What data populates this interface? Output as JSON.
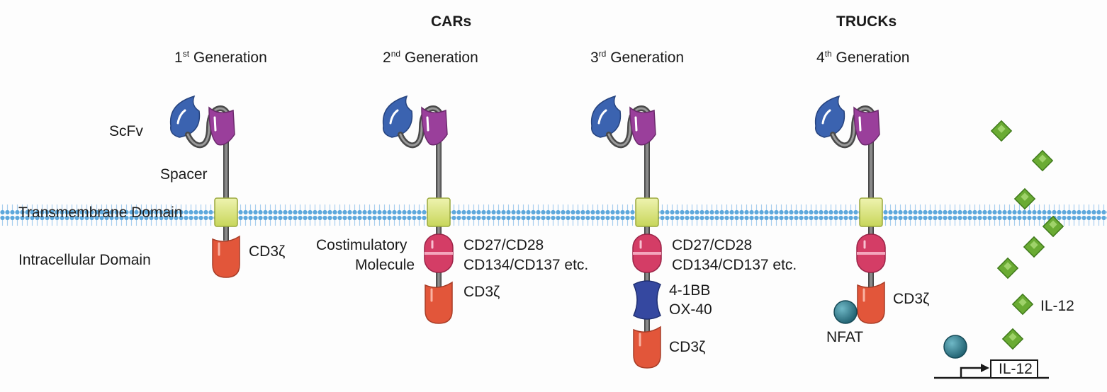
{
  "groups": {
    "cars": "CARs",
    "trucks": "TRUCKs"
  },
  "generations": [
    {
      "num": "1",
      "sup": "st",
      "label": "Generation"
    },
    {
      "num": "2",
      "sup": "nd",
      "label": "Generation"
    },
    {
      "num": "3",
      "sup": "rd",
      "label": "Generation"
    },
    {
      "num": "4",
      "sup": "th",
      "label": "Generation"
    }
  ],
  "domains": {
    "scfv": "ScFv",
    "spacer": "Spacer",
    "transmembrane": "Transmembrane Domain",
    "intracellular": "Intracellular Domain"
  },
  "gen1": {
    "cd3z": "CD3ζ"
  },
  "gen2": {
    "costim_line1": "Costimulatory",
    "costim_line2": "Molecule",
    "cd_line1": "CD27/CD28",
    "cd_line2": "CD134/CD137 etc.",
    "cd3z": "CD3ζ"
  },
  "gen3": {
    "cd_line1": "CD27/CD28",
    "cd_line2": "CD134/CD137 etc.",
    "extra_line1": "4-1BB",
    "extra_line2": "OX-40",
    "cd3z": "CD3ζ"
  },
  "gen4": {
    "cd3z": "CD3ζ",
    "nfat": "NFAT",
    "il12": "IL-12",
    "il12_gene": "IL-12"
  },
  "colors": {
    "scfv_blue": "#3b63b0",
    "scfv_purple": "#9a3f9b",
    "transmembrane_yellow": "#dfe88a",
    "cd3z_orange": "#e2563a",
    "costim_pink": "#d43d66",
    "ox40_navy": "#3548a0",
    "il12_green": "#6aab33",
    "nfat_teal": "#2f7f8e",
    "membrane_blue": "#6aaedc"
  }
}
